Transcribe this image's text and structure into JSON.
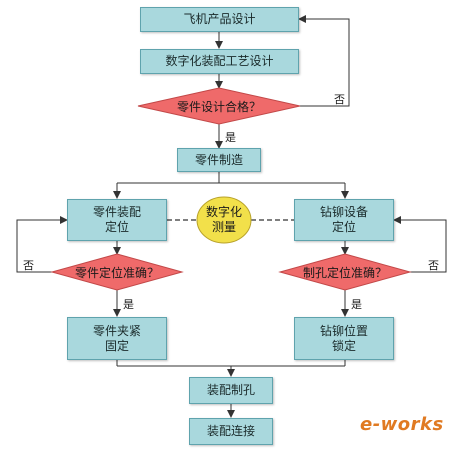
{
  "nodes": {
    "aircraft_design": "飞机产品设计",
    "digital_process_design": "数字化装配工艺设计",
    "part_design_ok": "零件设计合格？",
    "part_manufacture": "零件制造",
    "part_assembly_positioning": [
      "零件装配",
      "定位"
    ],
    "digital_measurement": [
      "数字化",
      "测量"
    ],
    "drill_rivet_positioning": [
      "钻铆设备",
      "定位"
    ],
    "part_position_ok": "零件定位准确？",
    "hole_position_ok": "制孔定位准确？",
    "part_clamping": [
      "零件夹紧",
      "固定"
    ],
    "drill_rivet_locking": [
      "钻铆位置",
      "锁定"
    ],
    "assembly_drilling": "装配制孔",
    "assembly_joining": "装配连接"
  },
  "labels": {
    "yes": "是",
    "no": "否"
  },
  "watermark": "e-works",
  "colors": {
    "box_fill": "#a9d8dd",
    "box_border": "#5fa3ad",
    "diamond_fill": "#ef6a6a",
    "diamond_border": "#c24848",
    "circle_fill": "#f2e04a",
    "line": "#333333",
    "watermark": "#e07a22"
  }
}
